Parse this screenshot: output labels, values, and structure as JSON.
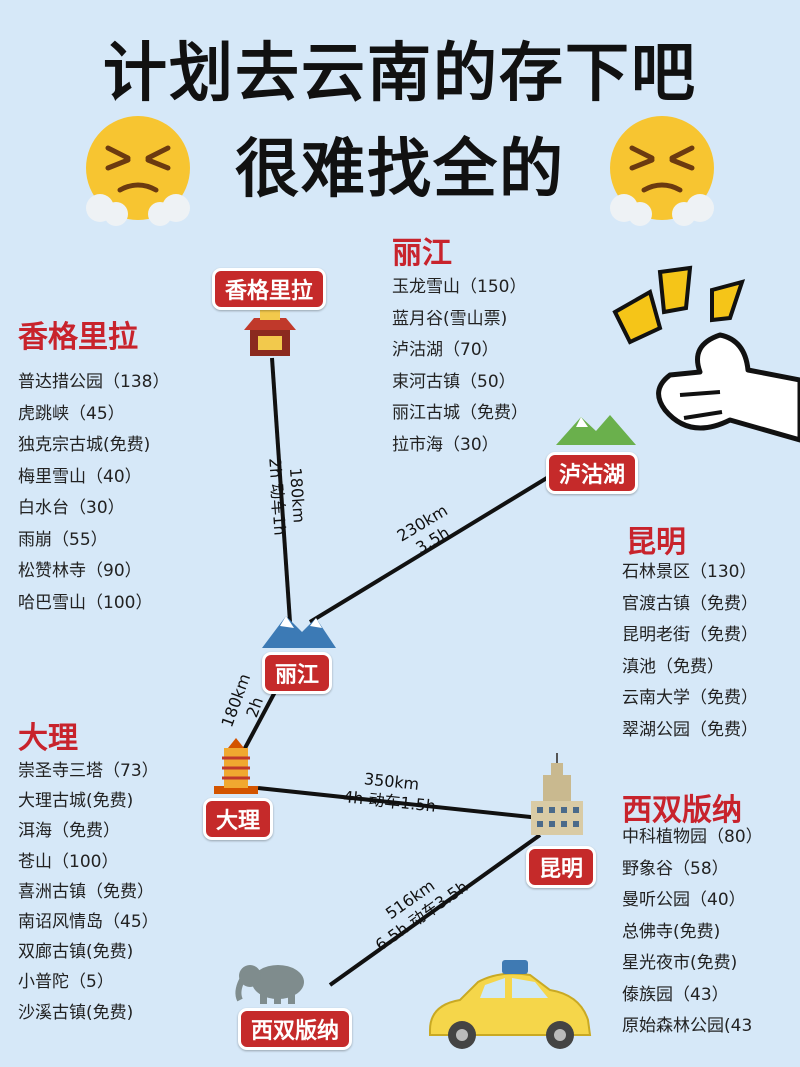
{
  "title_line1": "计划去云南的存下吧",
  "title_line2": "很难找全的",
  "colors": {
    "background": "#d6e8f8",
    "accent_red": "#c8232c",
    "tag_red": "#c52a2a"
  },
  "icons": [
    "angry-face-icon",
    "thumbs-up-hand-icon",
    "temple-icon",
    "mountain-icon",
    "pagoda-icon",
    "building-icon",
    "elephant-icon",
    "car-icon"
  ],
  "sections": {
    "shangrila": {
      "title": "香格里拉",
      "items": [
        "普达措公园（138）",
        "虎跳峡（45）",
        "独克宗古城(免费)",
        "梅里雪山（40）",
        "白水台（30）",
        "雨崩（55）",
        "松赞林寺（90）",
        "哈巴雪山（100）"
      ]
    },
    "lijiang": {
      "title": "丽江",
      "items": [
        "玉龙雪山（150）",
        "蓝月谷(雪山票)",
        "泸沽湖（70）",
        "束河古镇（50）",
        "丽江古城（免费）",
        "拉市海（30）"
      ]
    },
    "kunming": {
      "title": "昆明",
      "items": [
        "石林景区（130）",
        "官渡古镇（免费）",
        "昆明老街（免费）",
        "滇池（免费）",
        "云南大学（免费）",
        "翠湖公园（免费）"
      ]
    },
    "dali": {
      "title": "大理",
      "items": [
        "崇圣寺三塔（73）",
        "大理古城(免费)",
        "洱海（免费）",
        "苍山（100）",
        "喜洲古镇（免费）",
        "南诏风情岛（45）",
        "双廊古镇(免费)",
        "小普陀（5）",
        "沙溪古镇(免费)"
      ]
    },
    "xishuangbanna": {
      "title": "西双版纳",
      "items": [
        "中科植物园（80）",
        "野象谷（58）",
        "曼听公园（40）",
        "总佛寺(免费)",
        "星光夜市(免费)",
        "傣族园（43）",
        "原始森林公园(43"
      ]
    }
  },
  "map_tags": {
    "shangrila": "香格里拉",
    "lugu": "泸沽湖",
    "lijiang": "丽江",
    "dali": "大理",
    "kunming": "昆明",
    "xishuangbanna": "西双版纳"
  },
  "routes": {
    "shangrila_lijiang": {
      "line1": "180km",
      "line2": "2h 动车1h"
    },
    "lijiang_lugu": {
      "line1": "230km",
      "line2": "3.5h"
    },
    "lijiang_dali": {
      "line1": "180km",
      "line2": "2h"
    },
    "dali_kunming": {
      "line1": "350km",
      "line2": "4h 动车1.5h"
    },
    "kunming_xsbn": {
      "line1": "516km",
      "line2": "6.5h 动车3.5h"
    }
  }
}
